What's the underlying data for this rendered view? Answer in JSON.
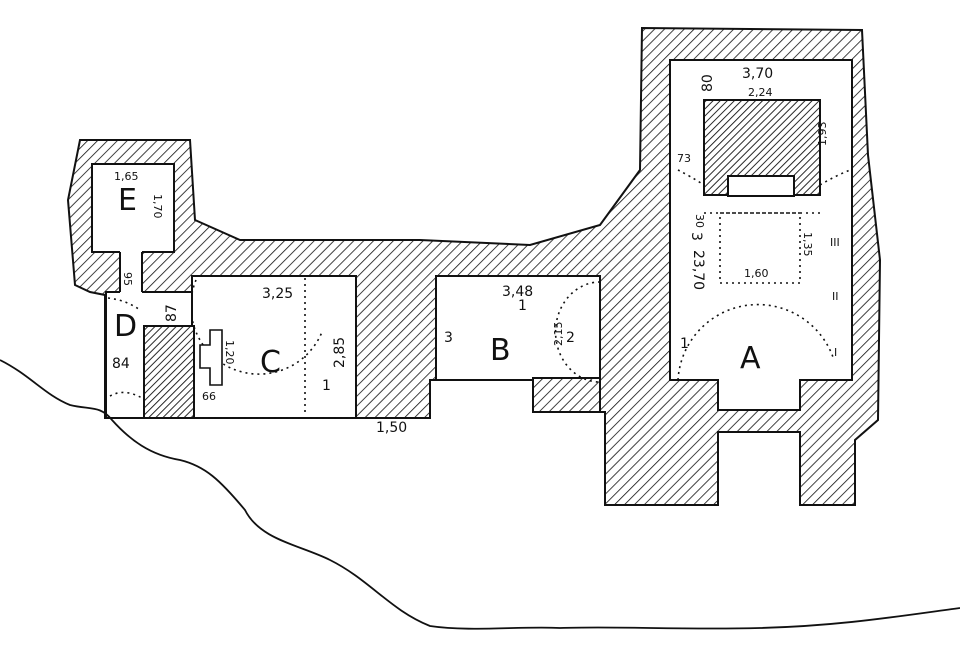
{
  "rooms": {
    "A": "A",
    "B": "B",
    "C": "C",
    "D": "D",
    "E": "E"
  },
  "dimensions": {
    "a_top_width": "3,70",
    "a_80": "80",
    "a_block_width": "2,24",
    "a_block_side": "1,93",
    "a_73": "73",
    "a_30": "30",
    "a_3": "3",
    "a_length": "23,70",
    "a_inner": "1,60",
    "a_inner_side": "1,35",
    "a_1": "1",
    "a_roman_3": "III",
    "a_roman_2": "II",
    "a_roman_1": "I",
    "b_width": "3,48",
    "b_1": "1",
    "b_3": "3",
    "b_2": "2",
    "b_2_5": "2,15",
    "b_bottom": "1,50",
    "c_width": "3,25",
    "c_height": "2,85",
    "c_1": "1",
    "c_niche": "1,20",
    "c_66": "66",
    "d_87": "87",
    "d_84": "84",
    "e_width": "1,65",
    "e_height": "1,70",
    "e_95": "95"
  },
  "colors": {
    "ink": "#111111",
    "paper": "#ffffff"
  }
}
